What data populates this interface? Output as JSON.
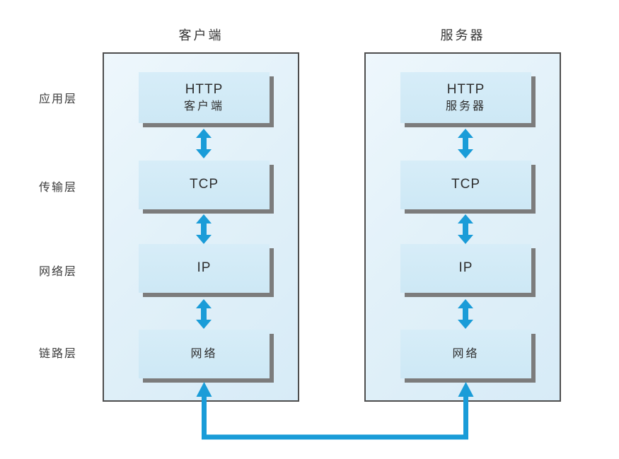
{
  "diagram": {
    "layer_labels": [
      "应用层",
      "传输层",
      "网络层",
      "链路层"
    ],
    "client": {
      "title": "客户端",
      "boxes": [
        {
          "line1": "HTTP",
          "line2": "客户端"
        },
        {
          "label": "TCP"
        },
        {
          "label": "IP"
        },
        {
          "label": "网络"
        }
      ]
    },
    "server": {
      "title": "服务器",
      "boxes": [
        {
          "line1": "HTTP",
          "line2": "服务器"
        },
        {
          "label": "TCP"
        },
        {
          "label": "IP"
        },
        {
          "label": "网络"
        }
      ]
    },
    "colors": {
      "arrow_blue": "#1a9cd8",
      "panel_fill": "#e2f1f9",
      "box_fill": "#cfe9f6",
      "box_shadow_gray": "#7c7c7c",
      "panel_border": "#4d4d4d",
      "text": "#3b3b3b"
    }
  }
}
